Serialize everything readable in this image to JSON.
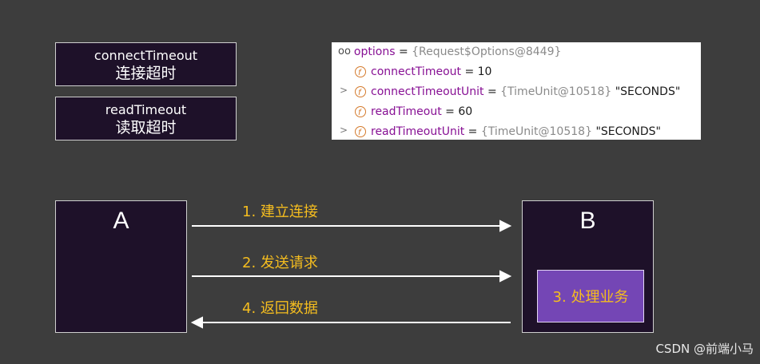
{
  "params": {
    "connect": {
      "en": "connectTimeout",
      "zh": "连接超时"
    },
    "read": {
      "en": "readTimeout",
      "zh": "读取超时"
    }
  },
  "debugger": {
    "header": {
      "name": "options",
      "eq": "=",
      "ref": "{Request$Options@8449}"
    },
    "rows": [
      {
        "name": "connectTimeout",
        "eq": "=",
        "value": "10"
      },
      {
        "name": "connectTimeoutUnit",
        "eq": "=",
        "ref": "{TimeUnit@10518}",
        "str": "\"SECONDS\""
      },
      {
        "name": "readTimeout",
        "eq": "=",
        "value": "60"
      },
      {
        "name": "readTimeoutUnit",
        "eq": "=",
        "ref": "{TimeUnit@10518}",
        "str": "\"SECONDS\""
      }
    ]
  },
  "diagram": {
    "node_a": "A",
    "node_b": "B",
    "steps": [
      "1. 建立连接",
      "2. 发送请求",
      "4. 返回数据"
    ],
    "process": "3. 处理业务"
  },
  "watermark": "CSDN @前端小马"
}
